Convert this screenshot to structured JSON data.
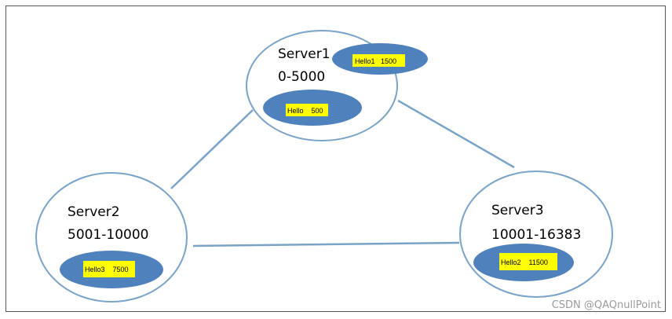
{
  "servers": [
    {
      "name": "Server1",
      "range": "0-5000"
    },
    {
      "name": "Server2",
      "range": "5001-10000"
    },
    {
      "name": "Server3",
      "range": "10001-16383"
    }
  ],
  "keys": [
    {
      "label": "Hello1   1500",
      "server": "Server1"
    },
    {
      "label": "Hello    500",
      "server": "Server1"
    },
    {
      "label": "Hello3    7500",
      "server": "Server2"
    },
    {
      "label": "Hello2    11500",
      "server": "Server3"
    }
  ],
  "watermark": "CSDN @QAQnullPoint",
  "colors": {
    "circle_stroke": "#7aa3c8",
    "blob_fill": "#4f81bd",
    "label_fill": "#ffff00",
    "link_stroke": "#7aa3c8"
  }
}
